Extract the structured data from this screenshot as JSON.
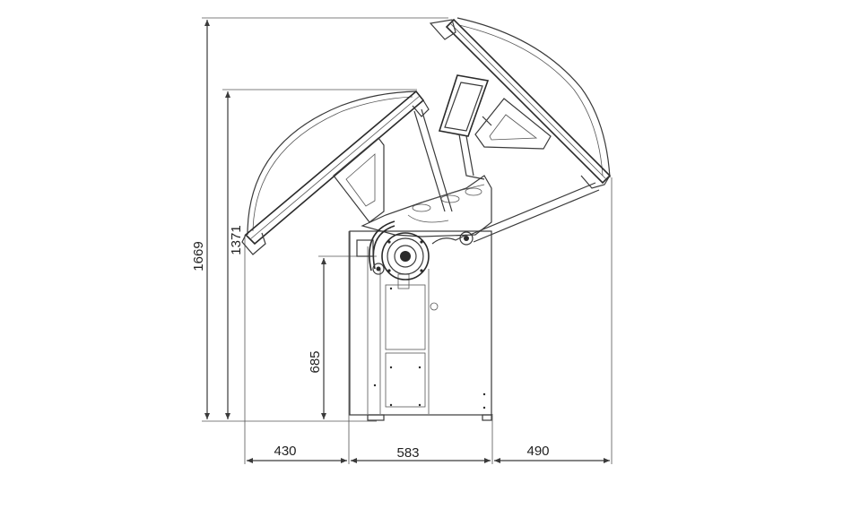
{
  "dimensions": {
    "overall_height": "1669",
    "guard_height": "1371",
    "shaft_height": "685",
    "left_offset": "430",
    "base_width": "583",
    "right_offset": "490"
  },
  "colors": {
    "line": "#3a3a3a",
    "background": "#ffffff"
  }
}
